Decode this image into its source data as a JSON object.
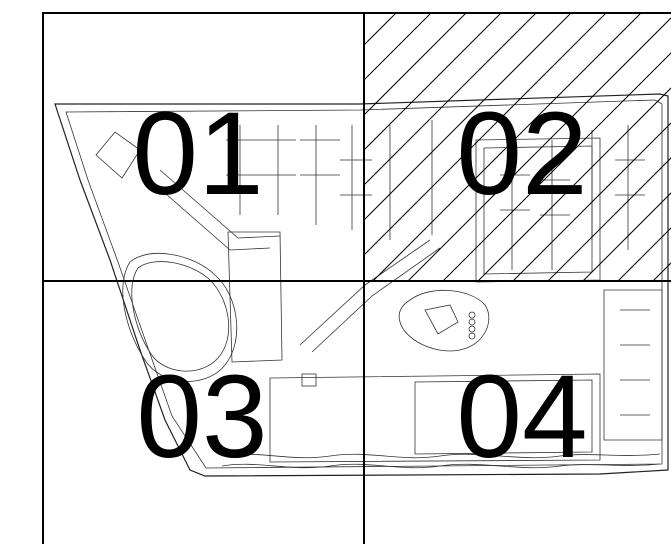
{
  "sheet_index": {
    "sheets": [
      {
        "number": "01",
        "highlighted": false
      },
      {
        "number": "02",
        "highlighted": true
      },
      {
        "number": "03",
        "highlighted": false
      },
      {
        "number": "04",
        "highlighted": false
      }
    ],
    "highlight_pattern": "diagonal-hatch",
    "line_color": "#000000",
    "background_color": "#ffffff"
  }
}
